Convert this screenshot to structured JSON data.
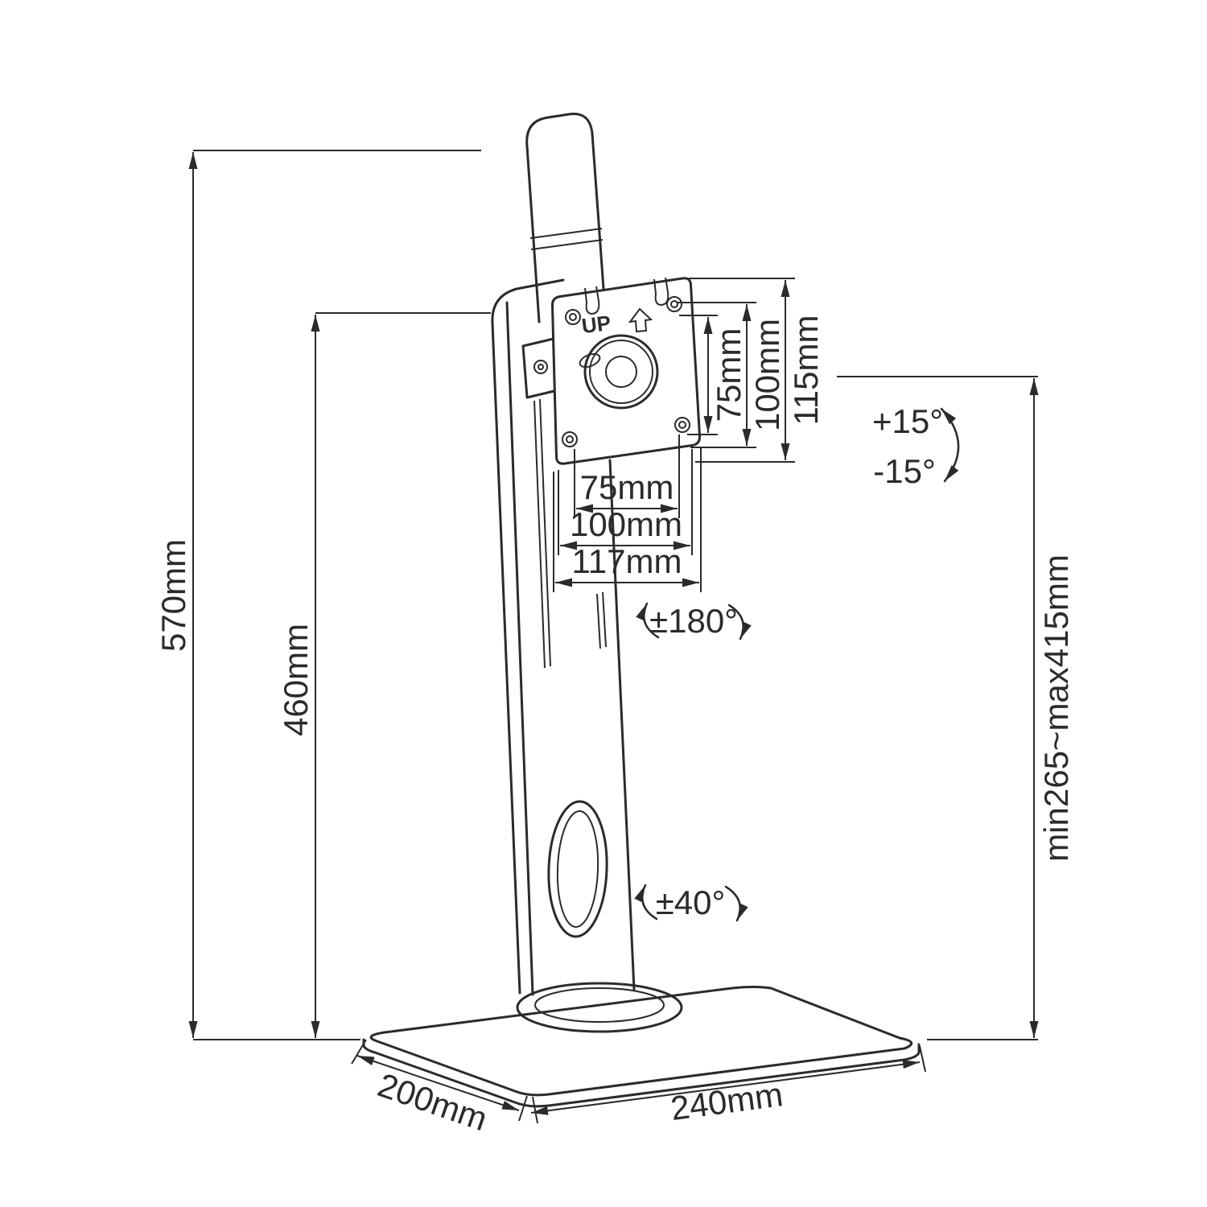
{
  "diagram": {
    "type": "technical-line-drawing",
    "subject": "free-standing monitor mount with VESA plate, dimensioned",
    "background": "#ffffff",
    "line_color": "#2b2b2b",
    "labels": {
      "up": "UP"
    },
    "dimensions": {
      "overall_height": "570mm",
      "column_height": "460mm",
      "base_depth": "200mm",
      "base_width": "240mm",
      "height_adjust_range": "min265~max415mm",
      "vesa_vertical_75": "75mm",
      "vesa_vertical_100": "100mm",
      "plate_height_115": "115mm",
      "vesa_horizontal_75": "75mm",
      "vesa_horizontal_100": "100mm",
      "plate_width_117": "117mm"
    },
    "angles": {
      "swivel": "±180°",
      "base_rotation": "±40°",
      "tilt_up": "+15°",
      "tilt_down": "-15°"
    }
  }
}
